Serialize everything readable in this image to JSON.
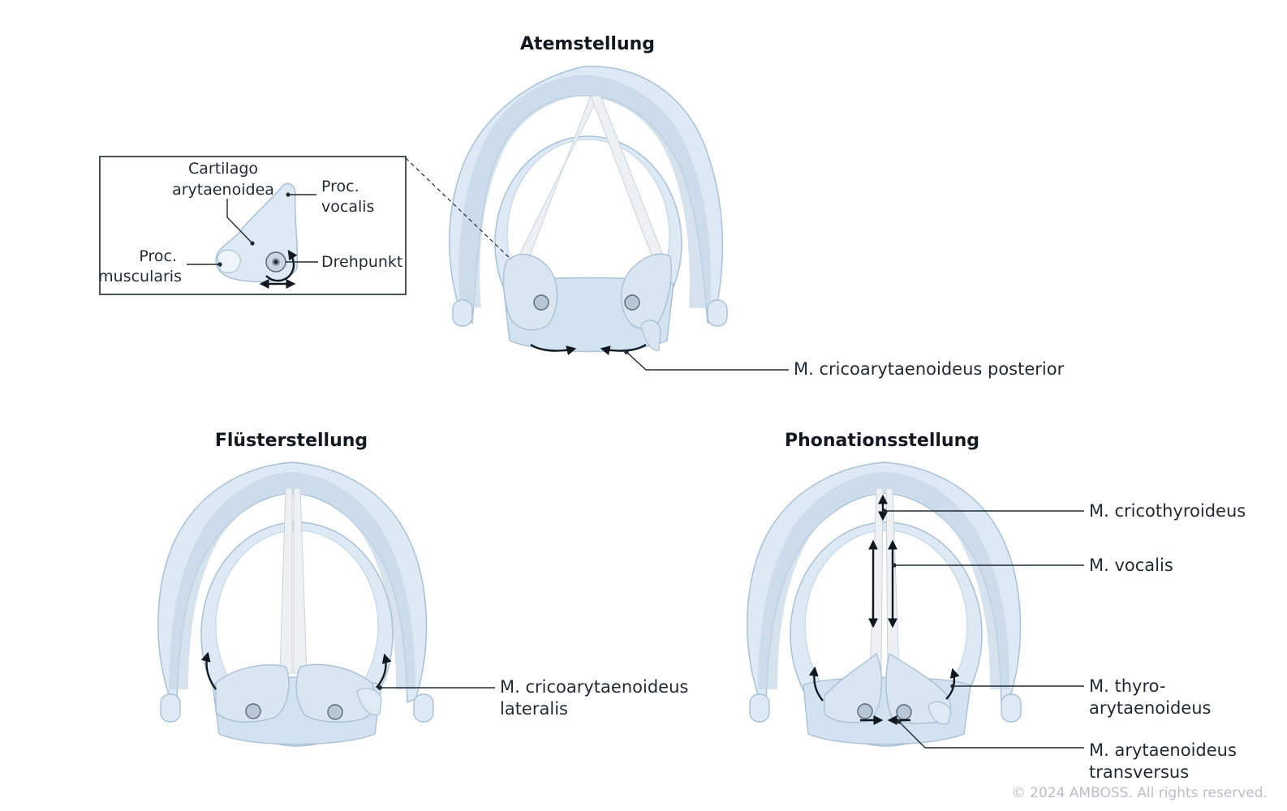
{
  "titles": {
    "atem": "Atemstellung",
    "fluester": "Flüsterstellung",
    "phonation": "Phonationsstellung"
  },
  "inset": {
    "cartilago_line1": "Cartilago",
    "cartilago_line2": "arytaenoidea",
    "vocalis_line1": "Proc.",
    "vocalis_line2": "vocalis",
    "muscularis_line1": "Proc.",
    "muscularis_line2": "muscularis",
    "drehpunkt": "Drehpunkt"
  },
  "labels": {
    "posterior": "M. cricoarytaenoideus posterior",
    "lateralis_line1": "M. cricoarytaenoideus",
    "lateralis_line2": "lateralis",
    "cricothyroideus": "M. cricothyroideus",
    "vocalis": "M. vocalis",
    "thyro_line1": "M. thyro-",
    "thyro_line2": "arytaenoideus",
    "transversus_line1": "M. arytaenoideus",
    "transversus_line2": "transversus"
  },
  "copyright": "© 2024 AMBOSS. All rights reserved.",
  "colors": {
    "cartilage_fill": "#dde9f4",
    "cartilage_dark": "#c4d6e7",
    "outline": "#a9c1d6",
    "ligament": "#eef1f4",
    "text": "#1f2a33"
  }
}
